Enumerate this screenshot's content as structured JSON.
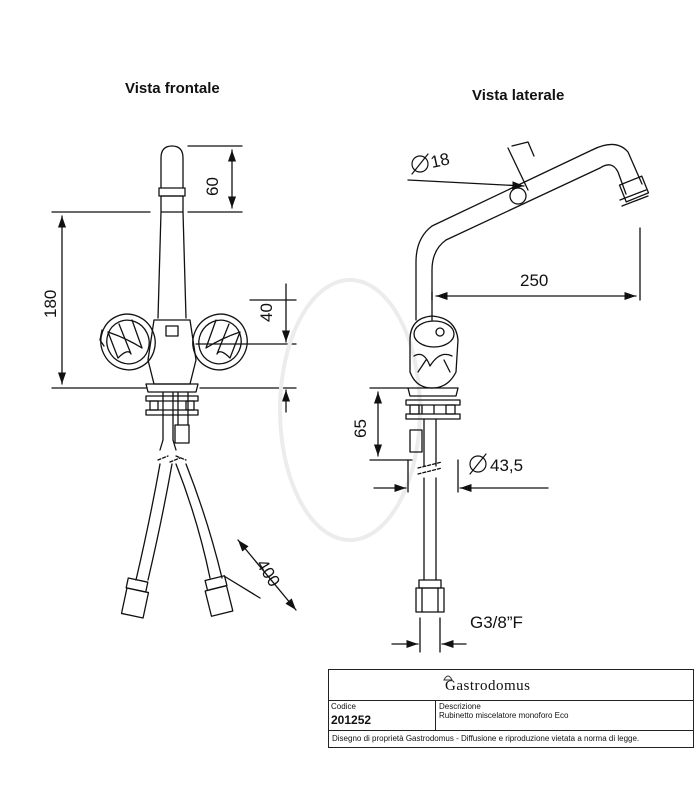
{
  "views": {
    "front_title": "Vista frontale",
    "side_title": "Vista laterale"
  },
  "dimensions": {
    "front_spout_height": "60",
    "front_total_height": "180",
    "front_handle_height": "40",
    "front_hose_length": "400",
    "side_pipe_diameter": "18",
    "side_reach": "250",
    "side_shank_length": "65",
    "side_base_diameter": "43,5",
    "side_connection": "G3/8”F"
  },
  "title_block": {
    "brand": "Gastrodomus",
    "code_label": "Codice",
    "code_value": "201252",
    "description_label": "Descrizione",
    "description_value": "Rubinetto miscelatore monoforo Eco",
    "footer": "Disegno di proprietà Gastrodomus - Diffusione e riproduzione vietata a norma di legge."
  },
  "colors": {
    "line": "#111111",
    "background": "#ffffff"
  }
}
